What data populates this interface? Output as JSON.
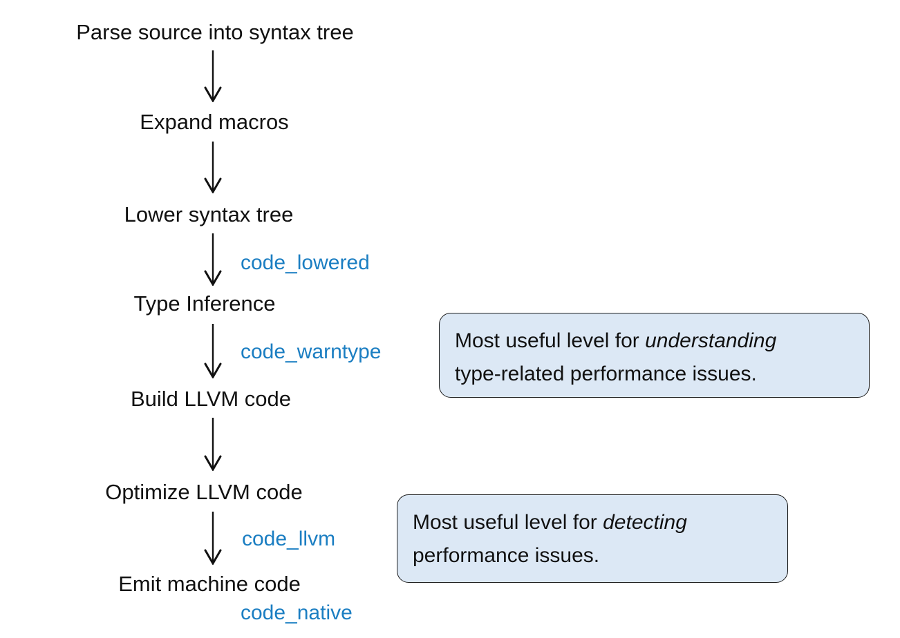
{
  "flow": {
    "steps": [
      {
        "label": "Parse source into syntax tree"
      },
      {
        "label": "Expand macros"
      },
      {
        "label": "Lower syntax tree"
      },
      {
        "label": "Type Inference"
      },
      {
        "label": "Build LLVM code"
      },
      {
        "label": "Optimize LLVM code"
      },
      {
        "label": "Emit machine code"
      }
    ],
    "arrow_labels": {
      "after_lower": "code_lowered",
      "after_type_inference": "code_warntype",
      "after_optimize": "code_llvm",
      "after_emit": "code_native"
    }
  },
  "callouts": [
    {
      "prefix": "Most useful level for ",
      "emphasis": "understanding",
      "line2": "type-related performance issues."
    },
    {
      "prefix": "Most useful level for ",
      "emphasis": "detecting",
      "line2": "performance issues."
    }
  ],
  "colors": {
    "accent_blue": "#1b7ec2",
    "text": "#111111",
    "callout_fill": "#dce8f5",
    "callout_border": "#1a1a1a"
  }
}
